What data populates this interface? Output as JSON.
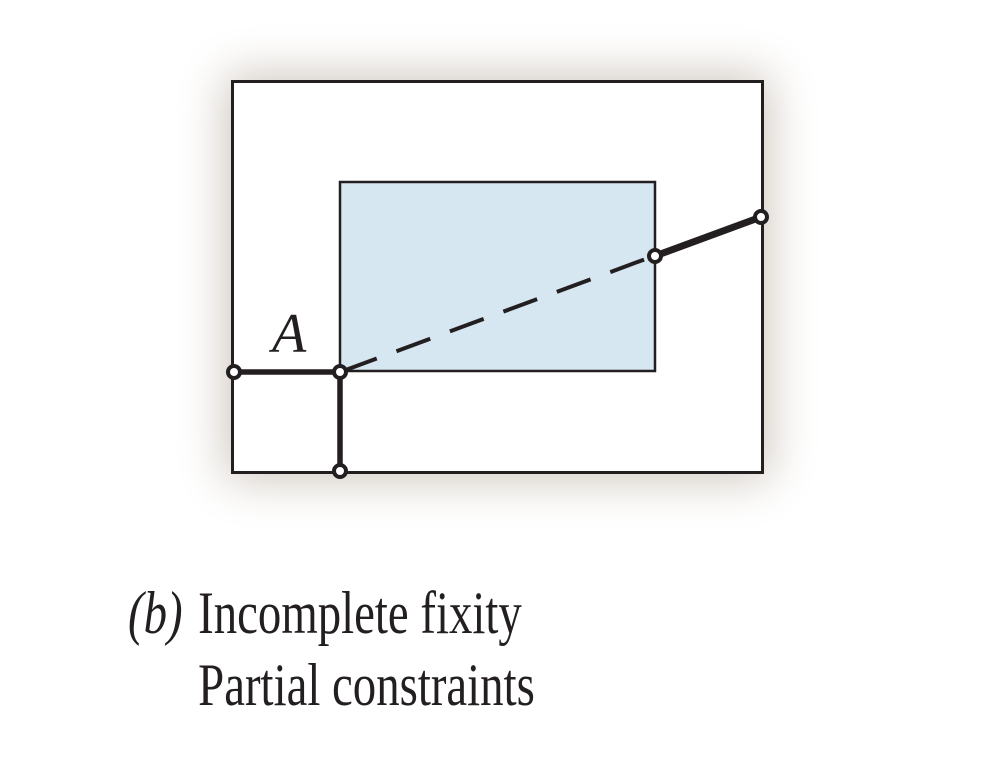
{
  "figure": {
    "point_label": "A",
    "caption": {
      "marker": "(b)",
      "line1": "Incomplete fixity",
      "line2": "Partial constraints"
    }
  },
  "colors": {
    "background": "#ffffff",
    "line": "#231f20",
    "body_fill": "#d6e7f1",
    "body_stroke": "#231f20",
    "pin_fill": "#ffffff",
    "frame_glow": "#cdc5bc"
  }
}
